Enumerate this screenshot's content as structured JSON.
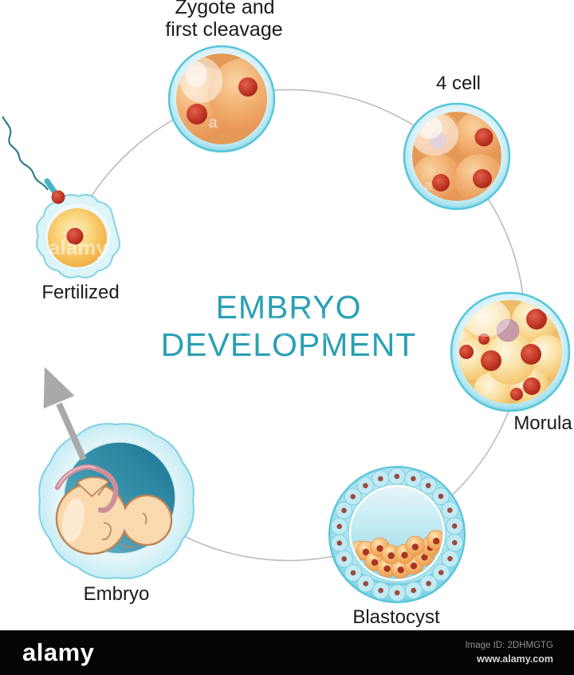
{
  "title": {
    "line1": "EMBRYO",
    "line2": "DEVELOPMENT"
  },
  "stages": {
    "fertilized": {
      "label": "Fertilized"
    },
    "zygote": {
      "label_line1": "Zygote and",
      "label_line2": "first cleavage"
    },
    "four_cell": {
      "label": "4 cell"
    },
    "morula": {
      "label": "Morula"
    },
    "blastocyst": {
      "label": "Blastocyst"
    },
    "embryo": {
      "label": "Embryo"
    }
  },
  "watermarks": {
    "alamy": "alamy",
    "letter_a": "a"
  },
  "footer": {
    "logo": "alamy",
    "image_id": "Image ID: 2DHMGTG",
    "website": "www.alamy.com"
  },
  "colors": {
    "accent_teal": "#2aa0b5",
    "label_black": "#1b1b1b",
    "membrane_cyan": "#5ecbdd",
    "cytoplasm_orange": "#efa763",
    "nucleus_red": "#c0392b",
    "yolk_gold": "#f5bd55",
    "cycle_line_gray": "#bcbcbc",
    "arrow_gray": "#a9a9a9",
    "embryo_cavity_teal": "#2d89a3",
    "fetus_peach": "#fbd9ae",
    "footer_bg": "#050505"
  }
}
